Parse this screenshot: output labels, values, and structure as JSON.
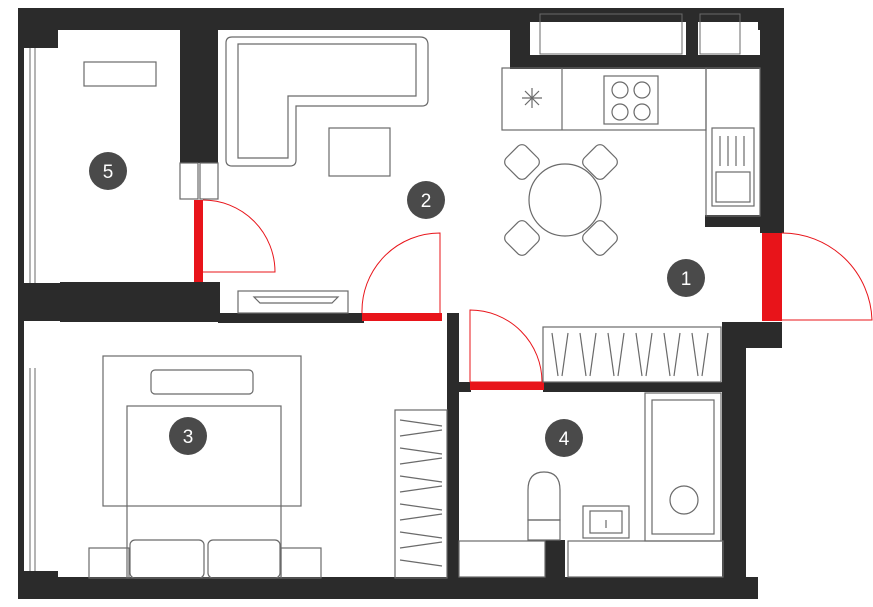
{
  "colors": {
    "wall": "#2b2b2b",
    "door": "#e8141a",
    "furniture": "#6a6a6a",
    "badge": "#4a4a4a",
    "badge_text": "#ffffff",
    "background": "#ffffff"
  },
  "rooms": [
    {
      "id": "kitchen-living",
      "number": "1"
    },
    {
      "id": "living",
      "number": "2"
    },
    {
      "id": "bedroom",
      "number": "3"
    },
    {
      "id": "bathroom",
      "number": "4"
    },
    {
      "id": "balcony",
      "number": "5"
    }
  ],
  "icons": {
    "stove": "stove-icon",
    "kitchen-fan": "kitchen-fan-icon",
    "sink": "sink-icon",
    "toilet": "toilet-icon",
    "bathtub": "bathtub-icon"
  }
}
